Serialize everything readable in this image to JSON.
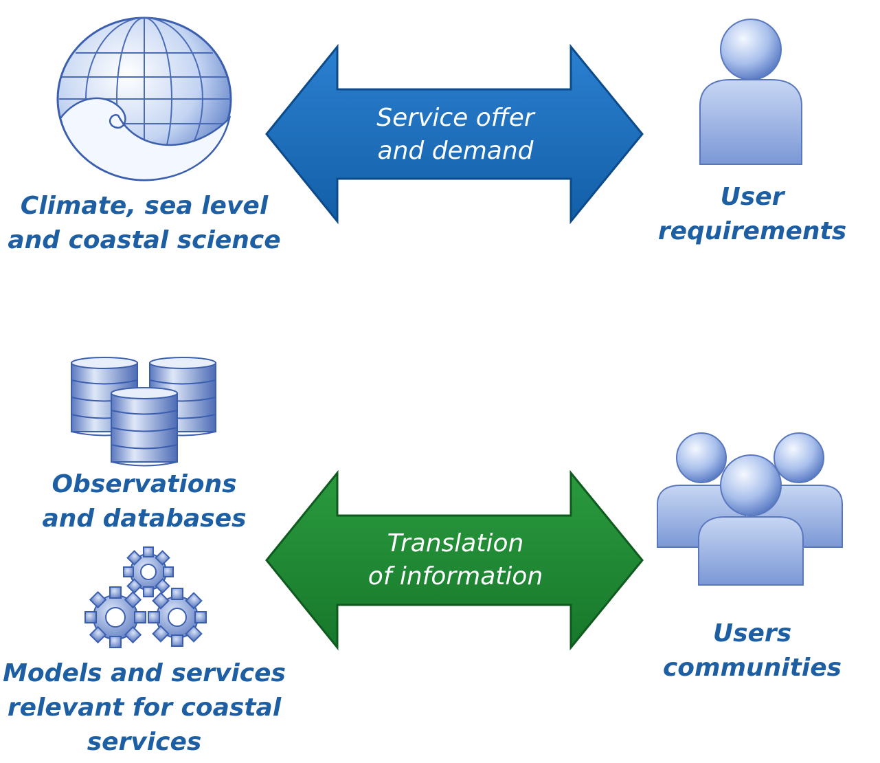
{
  "colors": {
    "label_blue": "#1e5fa3",
    "arrow_blue": "#1a6fbe",
    "arrow_green": "#1e8a34",
    "icon_light": "#dce8f8",
    "icon_mid": "#7f9fd9",
    "icon_dark": "#3b5fae"
  },
  "icons": {
    "globe": "globe-wave-icon",
    "user": "user-icon",
    "databases": "database-stack-icon",
    "gears": "gears-icon",
    "users": "user-group-icon"
  },
  "top": {
    "arrow": {
      "line1": "Service offer",
      "line2": "and demand"
    },
    "left_label": {
      "line1": "Climate, sea level",
      "line2": "and coastal science"
    },
    "right_label": {
      "line1": "User",
      "line2": "requirements"
    }
  },
  "bottom": {
    "arrow": {
      "line1": "Translation",
      "line2": "of information"
    },
    "observations_label": {
      "line1": "Observations",
      "line2": "and databases"
    },
    "models_label": {
      "line1": "Models and services",
      "line2": "relevant for coastal",
      "line3": "services"
    },
    "right_label": {
      "line1": "Users",
      "line2": "communities"
    }
  }
}
